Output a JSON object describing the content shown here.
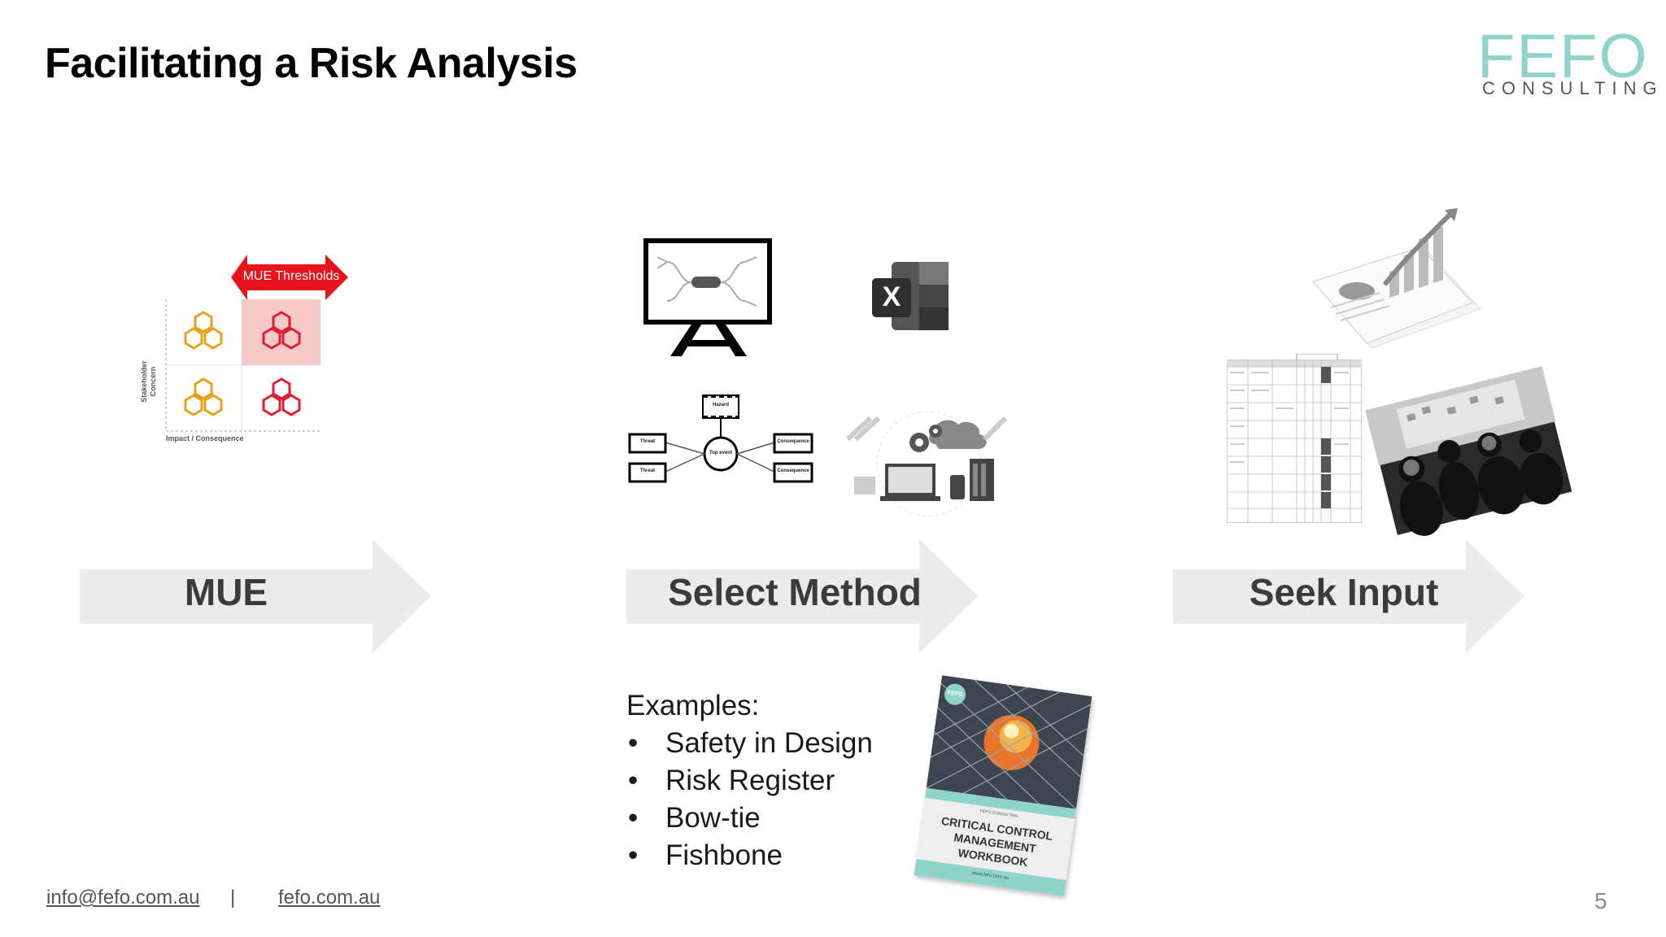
{
  "slide": {
    "title": "Facilitating a Risk Analysis",
    "page_number": "5"
  },
  "logo": {
    "brand": "FEFO",
    "tagline": "CONSULTING"
  },
  "matrix": {
    "threshold_label": "MUE Thresholds",
    "y_axis_label_1": "Stakeholder",
    "y_axis_label_2": "Concern",
    "x_axis_label": "Impact / Consequence"
  },
  "steps": [
    {
      "label": "MUE"
    },
    {
      "label": "Select Method"
    },
    {
      "label": "Seek Input"
    }
  ],
  "bowtie": {
    "hazard": "Hazard",
    "top_event": "Top event",
    "threat": "Threat",
    "consequence": "Consequence"
  },
  "excel_icon_letter": "X",
  "examples": {
    "heading": "Examples:",
    "bullet": "•",
    "items": [
      "Safety in Design",
      "Risk Register",
      "Bow-tie",
      "Fishbone"
    ]
  },
  "workbook": {
    "badge": "FEFO",
    "subtitle": "FEFO CONSULTING",
    "title_line1": "CRITICAL CONTROL",
    "title_line2": "MANAGEMENT",
    "title_line3": "WORKBOOK",
    "url": "www.fefo.com.au"
  },
  "footer": {
    "email": "info@fefo.com.au",
    "separator": "|",
    "website": "fefo.com.au"
  },
  "colors": {
    "brand_teal": "#8fd3cb",
    "threshold_red": "#e8141c",
    "matrix_orange": "#e8a21a",
    "arrow_gray": "#ebebec"
  }
}
